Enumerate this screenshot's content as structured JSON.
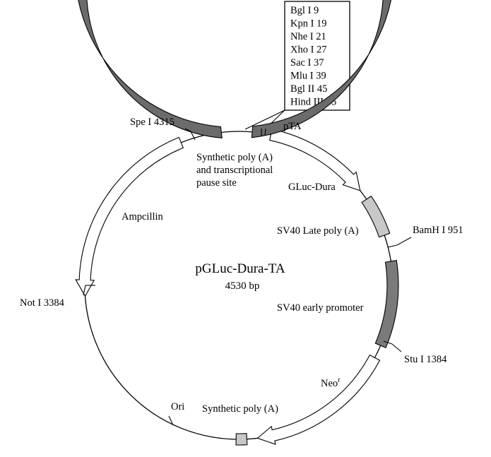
{
  "plasmid": {
    "name": "pGLuc-Dura-TA",
    "size": "4530 bp"
  },
  "mcs_box": {
    "sites": [
      "Bgl I 9",
      "Kpn I 19",
      "Nhe I 21",
      "Xho I 27",
      "Sac I 37",
      "Mlu I 39",
      "Bgl II 45",
      "Hind III 55"
    ]
  },
  "restriction_sites": {
    "spe": "Spe I 4315",
    "bamh": "BamH I 951",
    "stu": "Stu I 1384",
    "not": "Not I 3384"
  },
  "features": {
    "pta": "pTA",
    "synthetic_polya_pause": [
      "Synthetic poly (A)",
      "and transcriptional",
      "pause site"
    ],
    "gluc": "GLuc-Dura",
    "sv40_late": "SV40 Late poly (A)",
    "sv40_early": "SV40 early promoter",
    "neo": "Neo",
    "neo_sup": "r",
    "synthetic_polya": "Synthetic poly (A)",
    "ori": "Ori",
    "ampicillin": "Ampcillin"
  },
  "colors": {
    "dark_block": "#6b6b6b",
    "mid_block": "#7a7a7a",
    "light_block": "#c8c8c8",
    "line": "#000000"
  }
}
